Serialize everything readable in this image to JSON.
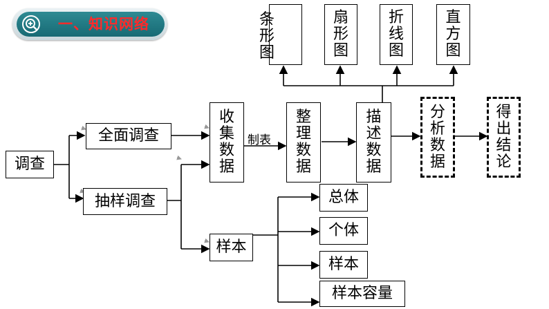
{
  "header": {
    "title": "一、知识网络",
    "icon": "magnifier-plus-icon"
  },
  "root": "调查",
  "survey_types": {
    "census": "全面调查",
    "sampling": "抽样调查"
  },
  "flow": {
    "collect": "收集数据",
    "edge_label": "制表",
    "organize": "整理数据",
    "describe": "描述数据",
    "analyze": "分析数据",
    "conclude": "得出结论"
  },
  "charts": [
    "条形图",
    "扇形图",
    "折线图",
    "直方图"
  ],
  "sample": {
    "label": "样本",
    "concepts": [
      "总体",
      "个体",
      "样本",
      "样本容量"
    ]
  }
}
